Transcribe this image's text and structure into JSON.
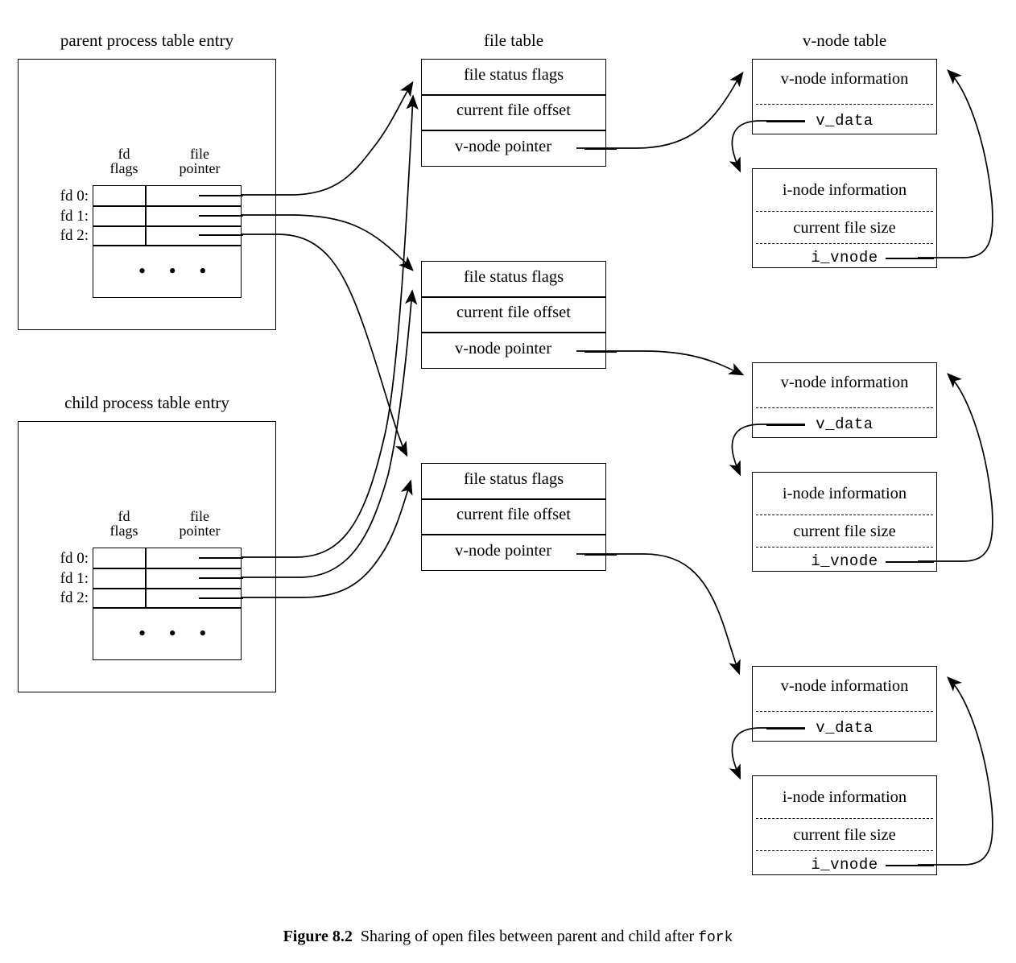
{
  "figure": {
    "number_label": "Figure 8.2",
    "caption_text": "Sharing of open files between parent and child after ",
    "caption_code": "fork"
  },
  "titles": {
    "parent_table": "parent process table entry",
    "child_table": "child process table entry",
    "file_table": "file table",
    "vnode_table": "v-node table"
  },
  "proc_table": {
    "col_head_flags_line1": "fd",
    "col_head_flags_line2": "flags",
    "col_head_pointer_line1": "file",
    "col_head_pointer_line2": "pointer",
    "fd_rows": [
      {
        "label": "fd 0:"
      },
      {
        "label": "fd 1:"
      },
      {
        "label": "fd 2:"
      }
    ],
    "ellipsis": "• • •"
  },
  "file_table_entries": [
    {
      "status_flags": "file status flags",
      "offset": "current file offset",
      "vnode_pointer": "v-node pointer"
    },
    {
      "status_flags": "file status flags",
      "offset": "current file offset",
      "vnode_pointer": "v-node pointer"
    },
    {
      "status_flags": "file status flags",
      "offset": "current file offset",
      "vnode_pointer": "v-node pointer"
    }
  ],
  "vnode_entries": [
    {
      "vnode_info": "v-node information",
      "v_data": "v_data",
      "inode_info": "i-node information",
      "file_size": "current file size",
      "i_vnode": "i_vnode"
    },
    {
      "vnode_info": "v-node information",
      "v_data": "v_data",
      "inode_info": "i-node information",
      "file_size": "current file size",
      "i_vnode": "i_vnode"
    },
    {
      "vnode_info": "v-node information",
      "v_data": "v_data",
      "inode_info": "i-node information",
      "file_size": "current file size",
      "i_vnode": "i_vnode"
    }
  ],
  "colors": {
    "stroke": "#000000",
    "background": "#ffffff"
  }
}
